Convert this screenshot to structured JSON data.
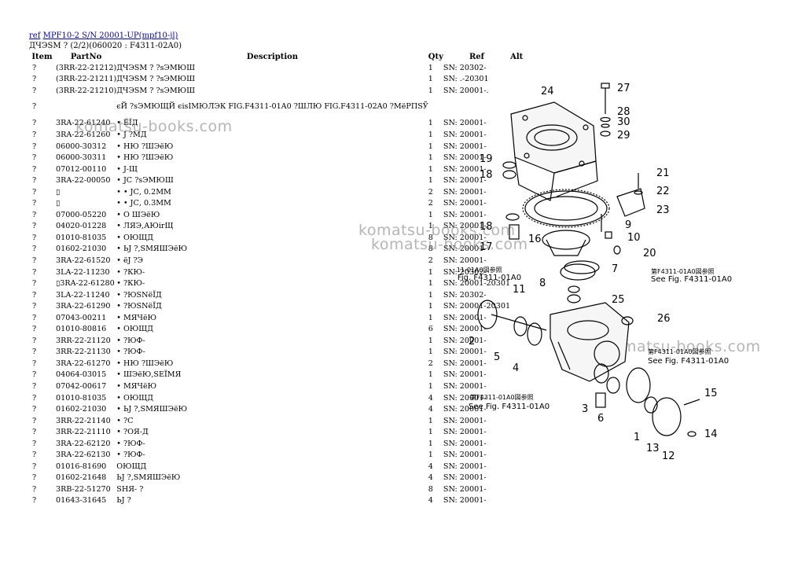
{
  "header": {
    "link1": "ref",
    "link2": "MPF10-2 S/N 20001-UP(mpf10-jl)",
    "subtitle": "ДЧЭЅМ ? (2/2)(060020 : F4311-02A0)"
  },
  "table": {
    "columns": [
      "Item",
      "PartNo",
      "Description",
      "Qty",
      "Ref",
      "Alt"
    ],
    "rows": [
      {
        "item": "?",
        "part": "(3RR-22-21212)",
        "desc": "ДЧЭЅМ ? ?sЭМЮШ",
        "qty": "1",
        "ref": "SN: 20302-"
      },
      {
        "item": "?",
        "part": "(3RR-22-21211)",
        "desc": "ДЧЭЅМ ? ?sЭМЮШ",
        "qty": "1",
        "ref": "SN: .-20301"
      },
      {
        "item": "?",
        "part": "(3RR-22-21210)",
        "desc": "ДЧЭЅМ ? ?sЭМЮШ",
        "qty": "1",
        "ref": "SN: 20001-."
      },
      {
        "item": "?",
        "part": "",
        "desc": "єЙ ?sЭМЮЩЙ єisIМЮЛЭК FIG.F4311-01A0 ?ШЛЮ FIG.F4311-02A0 ?МёРПЅЎ",
        "qty": "",
        "ref": "",
        "tall": true
      },
      {
        "item": "?",
        "part": "3RA-22-61240",
        "desc": "• ЁЇД",
        "qty": "1",
        "ref": "SN: 20001-"
      },
      {
        "item": "?",
        "part": "3RA-22-61260",
        "desc": "• Ј ?МД",
        "qty": "1",
        "ref": "SN: 20001-"
      },
      {
        "item": "?",
        "part": "06000-30312",
        "desc": "• НЮ ?ШЭёЮ",
        "qty": "1",
        "ref": "SN: 20001-"
      },
      {
        "item": "?",
        "part": "06000-30311",
        "desc": "• НЮ ?ШЭёЮ",
        "qty": "1",
        "ref": "SN: 20001-"
      },
      {
        "item": "?",
        "part": "07012-00110",
        "desc": "• Ј-Щ",
        "qty": "1",
        "ref": "SN: 20001-"
      },
      {
        "item": "?",
        "part": "3RA-22-00050",
        "desc": "• ЈС ?sЭМЮШ",
        "qty": "1",
        "ref": "SN: 20001-"
      },
      {
        "item": "?",
        "part": "▯",
        "desc": "• • ЈС, 0.2ММ",
        "qty": "2",
        "ref": "SN: 20001-"
      },
      {
        "item": "?",
        "part": "▯",
        "desc": "• • ЈС, 0.3ММ",
        "qty": "2",
        "ref": "SN: 20001-"
      },
      {
        "item": "?",
        "part": "07000-05220",
        "desc": "• О ШЭёЮ",
        "qty": "1",
        "ref": "SN: 20001-"
      },
      {
        "item": "?",
        "part": "04020-01228",
        "desc": "• ЛЯЭ,АЮirЩ",
        "qty": "1",
        "ref": "SN: 20001-"
      },
      {
        "item": "?",
        "part": "01010-81035",
        "desc": "• ОЮЩД",
        "qty": "8",
        "ref": "SN: 20001-"
      },
      {
        "item": "?",
        "part": "01602-21030",
        "desc": "• ЬЈ ?,ЅМЯШЭёЮ",
        "qty": "8",
        "ref": "SN: 20001-"
      },
      {
        "item": "?",
        "part": "3RA-22-61520",
        "desc": "• ёЈ ?Э",
        "qty": "2",
        "ref": "SN: 20001-"
      },
      {
        "item": "?",
        "part": "3LA-22-11230",
        "desc": "• ?КЮ-",
        "qty": "1",
        "ref": "SN: 20302-"
      },
      {
        "item": "?",
        "part": "▯3RA-22-61280",
        "desc": "• ?КЮ-",
        "qty": "1",
        "ref": "SN: 20001-20301"
      },
      {
        "item": "?",
        "part": "3LA-22-11240",
        "desc": "• ?ЮЅNёЇД",
        "qty": "1",
        "ref": "SN: 20302-"
      },
      {
        "item": "?",
        "part": "3RA-22-61290",
        "desc": "• ?ЮЅNёЇД",
        "qty": "1",
        "ref": "SN: 20001-20301"
      },
      {
        "item": "?",
        "part": "07043-00211",
        "desc": "• МЯЧёЮ",
        "qty": "1",
        "ref": "SN: 20001-"
      },
      {
        "item": "?",
        "part": "01010-80816",
        "desc": "• ОЮЩД",
        "qty": "6",
        "ref": "SN: 20001-"
      },
      {
        "item": "?",
        "part": "3RR-22-21120",
        "desc": "• ?ЮФ-",
        "qty": "1",
        "ref": "SN: 20001-"
      },
      {
        "item": "?",
        "part": "3RR-22-21130",
        "desc": "• ?ЮФ-",
        "qty": "1",
        "ref": "SN: 20001-"
      },
      {
        "item": "?",
        "part": "3RA-22-61270",
        "desc": "• НЮ ?ШЭёЮ",
        "qty": "2",
        "ref": "SN: 20001-"
      },
      {
        "item": "?",
        "part": "04064-03015",
        "desc": "• ШЭёЮ,SEЇМЯ",
        "qty": "1",
        "ref": "SN: 20001-"
      },
      {
        "item": "?",
        "part": "07042-00617",
        "desc": "• МЯЧёЮ",
        "qty": "1",
        "ref": "SN: 20001-"
      },
      {
        "item": "?",
        "part": "01010-81035",
        "desc": "• ОЮЩД",
        "qty": "4",
        "ref": "SN: 20001-"
      },
      {
        "item": "?",
        "part": "01602-21030",
        "desc": "• ЬЈ ?,ЅМЯШЭёЮ",
        "qty": "4",
        "ref": "SN: 20001-"
      },
      {
        "item": "?",
        "part": "3RR-22-21140",
        "desc": "• ?С",
        "qty": "1",
        "ref": "SN: 20001-"
      },
      {
        "item": "?",
        "part": "3RR-22-21110",
        "desc": "• ?ОЯ-Д",
        "qty": "1",
        "ref": "SN: 20001-"
      },
      {
        "item": "?",
        "part": "3RA-22-62120",
        "desc": "• ?ЮФ-",
        "qty": "1",
        "ref": "SN: 20001-"
      },
      {
        "item": "?",
        "part": "3RA-22-62130",
        "desc": "• ?ЮФ-",
        "qty": "1",
        "ref": "SN: 20001-"
      },
      {
        "item": "?",
        "part": "01016-81690",
        "desc": "ОЮЩД",
        "qty": "4",
        "ref": "SN: 20001-"
      },
      {
        "item": "?",
        "part": "01602-21648",
        "desc": "ЬЈ ?,ЅМЯШЭёЮ",
        "qty": "4",
        "ref": "SN: 20001-"
      },
      {
        "item": "?",
        "part": "3RB-22-51270",
        "desc": "ЅНЯ- ?",
        "qty": "8",
        "ref": "SN: 20001-"
      },
      {
        "item": "?",
        "part": "01643-31645",
        "desc": "ЬЈ ?",
        "qty": "4",
        "ref": "SN: 20001-"
      }
    ]
  },
  "watermark": "komatsu-books.com",
  "diagram": {
    "callouts": [
      "27",
      "24",
      "28",
      "30",
      "29",
      "19",
      "18",
      "21",
      "22",
      "23",
      "18",
      "16",
      "9",
      "17",
      "10",
      "20",
      "7",
      "11",
      "8",
      "25",
      "26",
      "2",
      "5",
      "4",
      "3",
      "6",
      "15",
      "1",
      "13",
      "12",
      "14"
    ],
    "see_fig_1": "See Fig. F4311-01A0",
    "see_fig_2": "See Fig. F4311-01A0",
    "see_fig_3": "See Fig. F4311-01A0",
    "see_fig_4": "See Fig. F4311-01A0",
    "see_fig_jp": "第F4311-01A0図参照"
  }
}
